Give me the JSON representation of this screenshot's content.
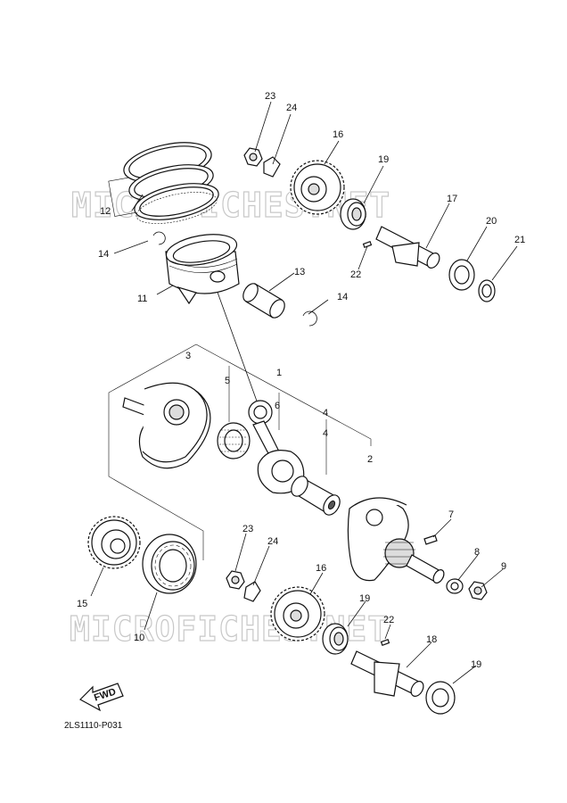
{
  "diagram": {
    "code": "2LS1110-P031",
    "watermark": "MICROFICHES.NET",
    "fwd": "FWD",
    "labels": {
      "l1": "1",
      "l2": "2",
      "l3": "3",
      "l4a": "4",
      "l4b": "4",
      "l5": "5",
      "l6": "6",
      "l7": "7",
      "l8": "8",
      "l9": "9",
      "l10": "10",
      "l11": "11",
      "l12": "12",
      "l13": "13",
      "l14a": "14",
      "l14b": "14",
      "l15": "15",
      "l16a": "16",
      "l16b": "16",
      "l17": "17",
      "l18": "18",
      "l19a": "19",
      "l19b": "19",
      "l19c": "19",
      "l20": "20",
      "l21": "21",
      "l22a": "22",
      "l22b": "22",
      "l23a": "23",
      "l23b": "23",
      "l24a": "24",
      "l24b": "24"
    }
  }
}
